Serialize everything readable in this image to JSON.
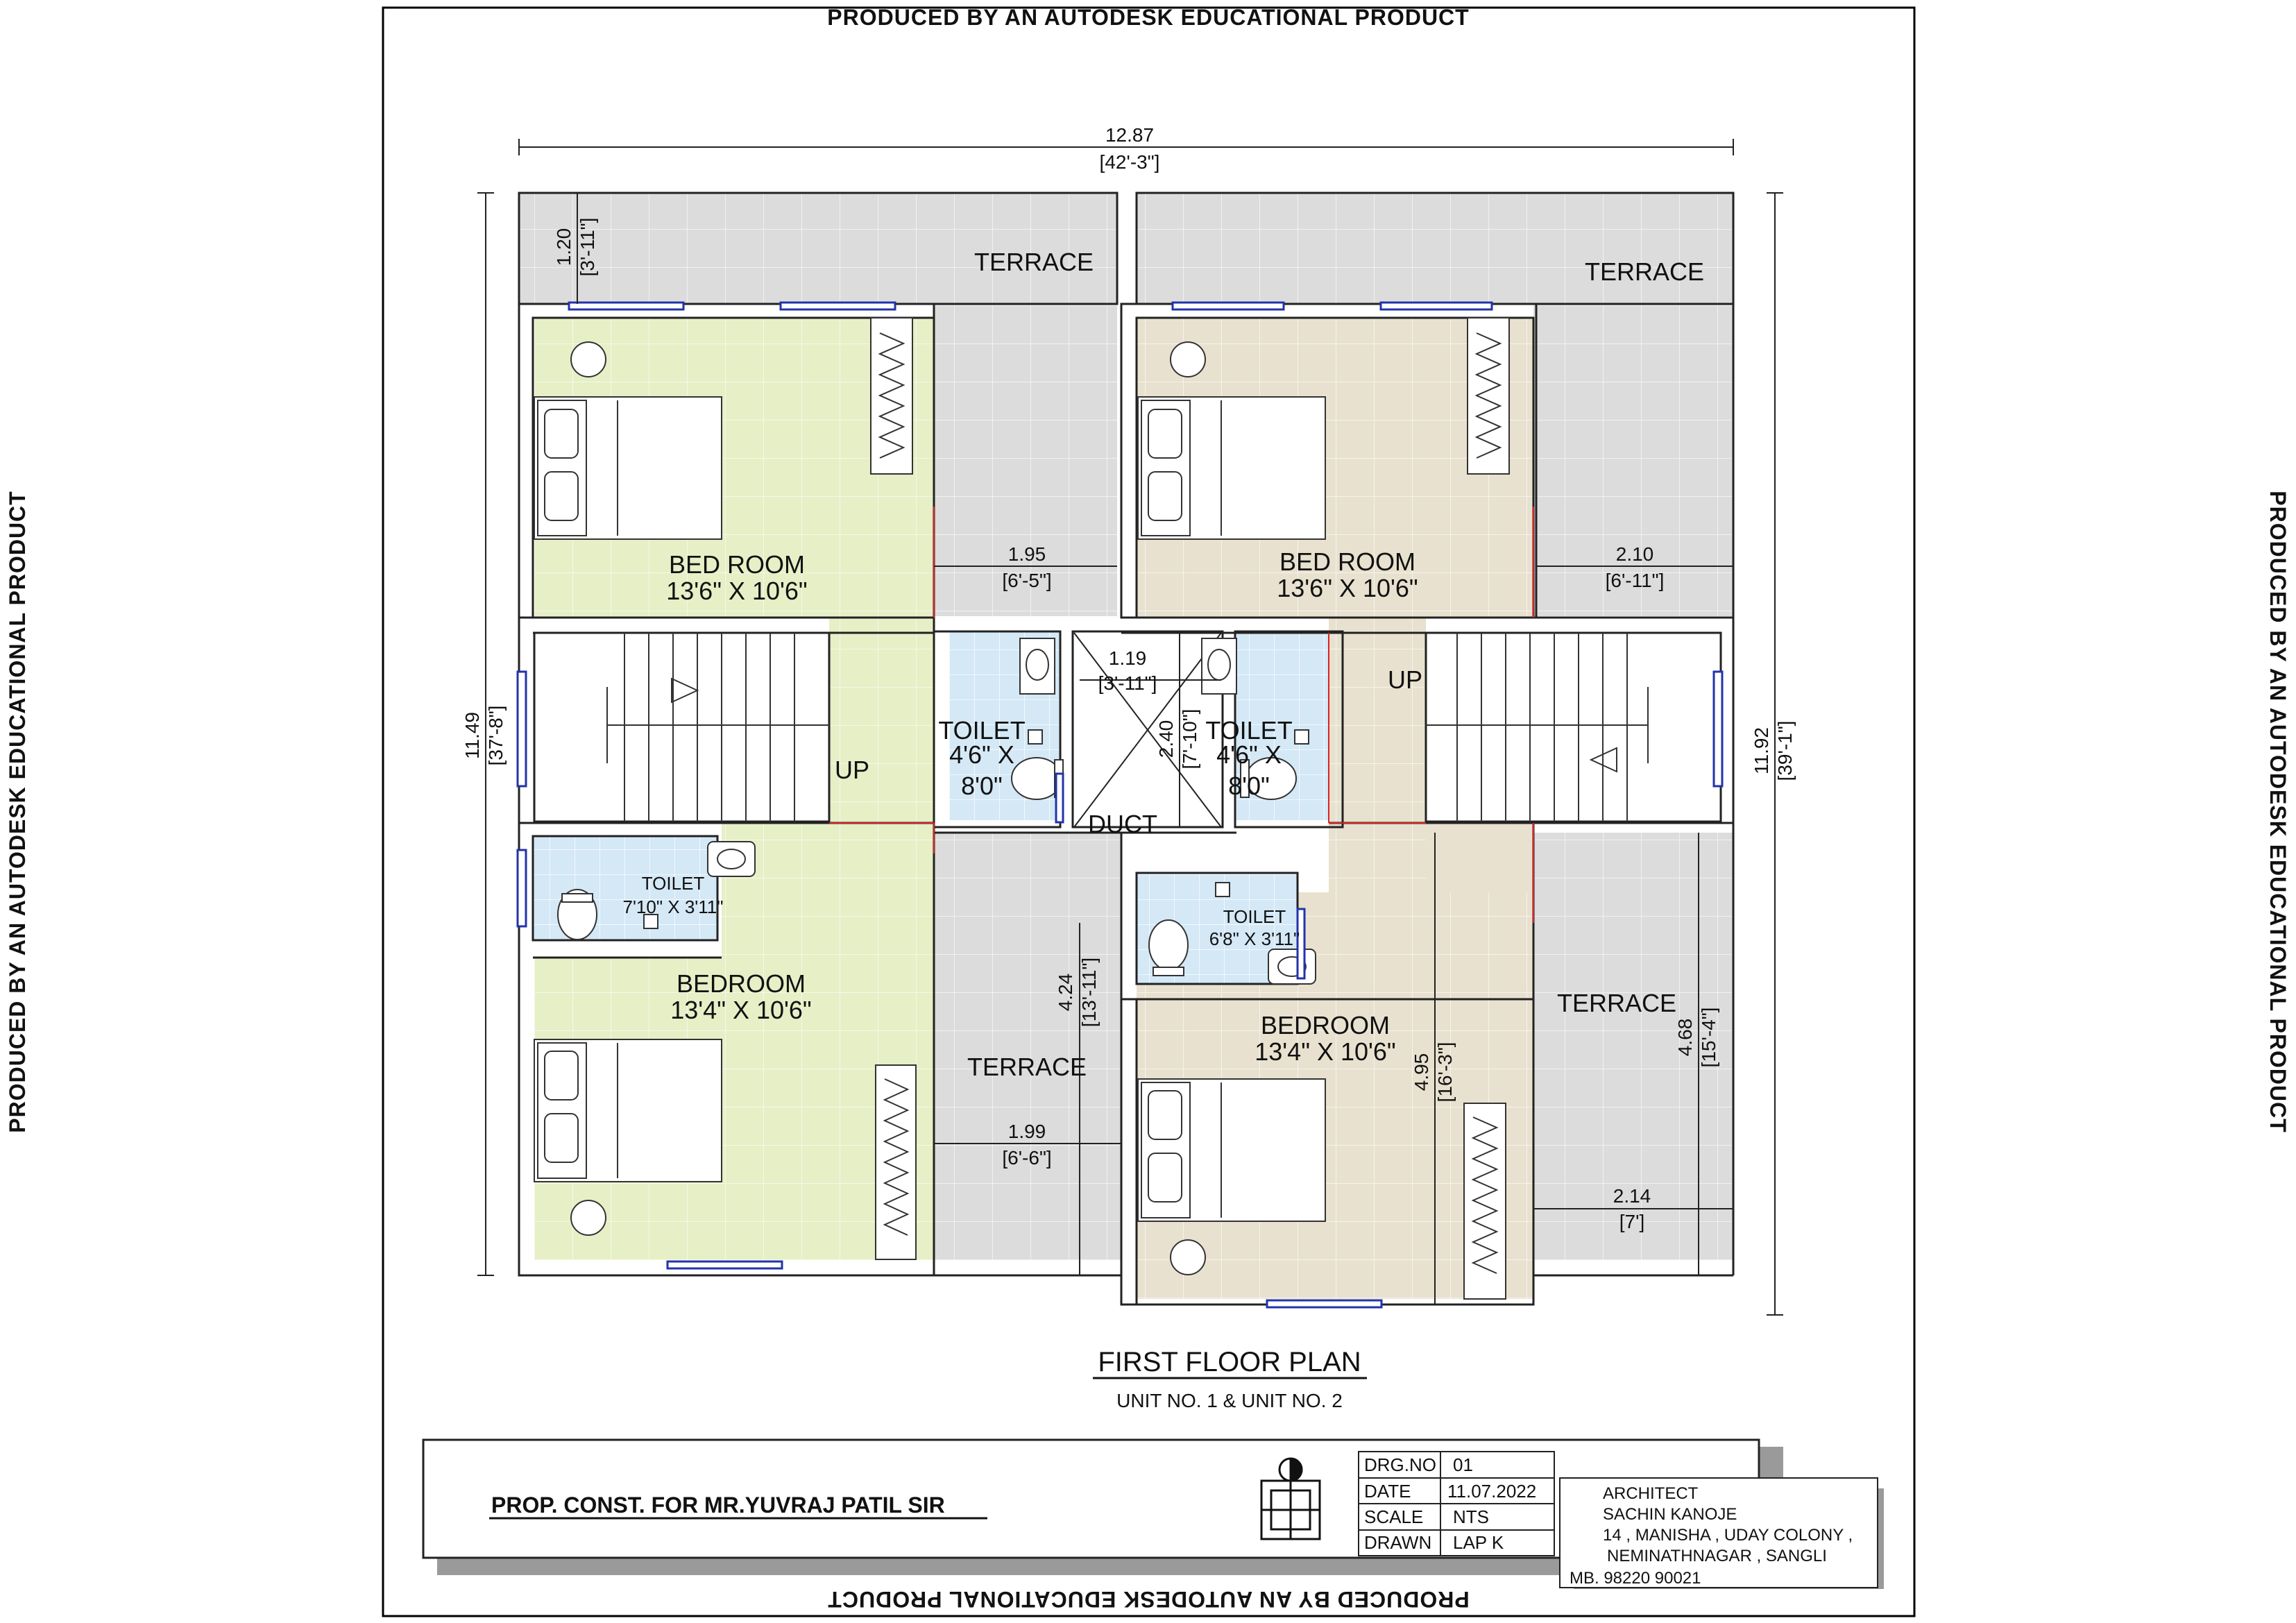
{
  "watermark": "PRODUCED BY AN AUTODESK EDUCATIONAL PRODUCT",
  "overall_width": {
    "m": "12.87",
    "ft": "[42'-3\"]"
  },
  "left_height": {
    "m": "11.49",
    "ft": "[37'-8\"]"
  },
  "right_height": {
    "m": "11.92",
    "ft": "[39'-1\"]"
  },
  "rooms": {
    "terrace_1": "TERRACE",
    "terrace_2": "TERRACE",
    "terrace_3": "TERRACE",
    "terrace_4": "TERRACE",
    "bed1": {
      "name": "BED ROOM",
      "size": "13'6\" X 10'6\""
    },
    "bed2": {
      "name": "BED ROOM",
      "size": "13'6\" X 10'6\""
    },
    "bed3": {
      "name": "BEDROOM",
      "size": "13'4\" X 10'6\""
    },
    "bed4": {
      "name": "BEDROOM",
      "size": "13'4\" X 10'6\""
    },
    "toilet_a": {
      "name": "TOILET",
      "size_1": "4'6\" X",
      "size_2": "8'0\""
    },
    "toilet_b": {
      "name": "TOILET",
      "size_1": "4'6\" X",
      "size_2": "8'0\""
    },
    "toilet_c": {
      "name": "TOILET",
      "size": "7'10\" X 3'11\""
    },
    "toilet_d": {
      "name": "TOILET",
      "size": "6'8\" X 3'11\""
    },
    "duct": "DUCT",
    "up_1": "UP",
    "up_2": "UP"
  },
  "dims": {
    "d_120": {
      "m": "1.20",
      "ft": "[3'-11\"]"
    },
    "d_195": {
      "m": "1.95",
      "ft": "[6'-5\"]"
    },
    "d_210": {
      "m": "2.10",
      "ft": "[6'-11\"]"
    },
    "d_119": {
      "m": "1.19",
      "ft": "[3'-11\"]"
    },
    "d_240": {
      "m": "2.40",
      "ft": "[7'-10\"]"
    },
    "d_424": {
      "m": "4.24",
      "ft": "[13'-11\"]"
    },
    "d_199": {
      "m": "1.99",
      "ft": "[6'-6\"]"
    },
    "d_495": {
      "m": "4.95",
      "ft": "[16'-3\"]"
    },
    "d_468": {
      "m": "4.68",
      "ft": "[15'-4\"]"
    },
    "d_214": {
      "m": "2.14",
      "ft": "[7']"
    }
  },
  "plan_title": "FIRST FLOOR PLAN",
  "plan_subtitle": "UNIT NO. 1 & UNIT NO. 2",
  "title_block": {
    "project": "PROP. CONST. FOR MR.YUVRAJ PATIL SIR",
    "drg_no_label": "DRG.NO",
    "drg_no": "01",
    "date_label": "DATE",
    "date": "11.07.2022",
    "scale_label": "SCALE",
    "scale": "NTS",
    "drawn_label": "DRAWN",
    "drawn": "LAP K",
    "architect": [
      "ARCHITECT",
      "SACHIN KANOJE",
      "14 , MANISHA , UDAY COLONY ,",
      "NEMINATHNAGAR , SANGLI",
      "MB. 98220 90021"
    ]
  },
  "colors": {
    "green": "#e6efc6",
    "beige": "#e8e1cf",
    "blue": "#d4e8f6",
    "terrace": "#dcdcdc",
    "window": "#2233aa",
    "red": "#dd2222"
  }
}
